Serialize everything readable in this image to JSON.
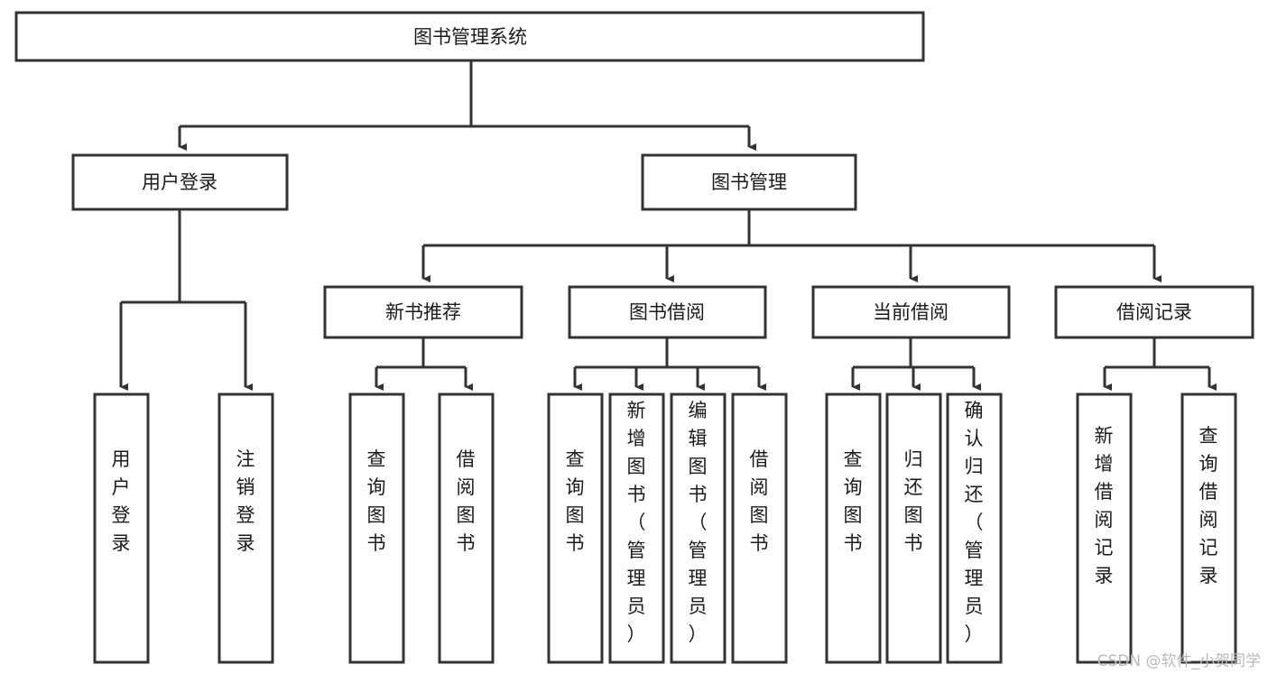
{
  "diagram": {
    "title": "图书管理系统",
    "watermark": "CSDN @软件_小贺同学",
    "colors": {
      "box_stroke": "#333333",
      "box_fill": "#ffffff",
      "text": "#1a1a1a",
      "watermark": "#b9b9b9"
    },
    "root": {
      "label": "图书管理系统"
    },
    "level2": [
      {
        "label": "用户登录"
      },
      {
        "label": "图书管理"
      }
    ],
    "level3": [
      {
        "label": "新书推荐"
      },
      {
        "label": "图书借阅"
      },
      {
        "label": "当前借阅"
      },
      {
        "label": "借阅记录"
      }
    ],
    "leaves": {
      "user_login": [
        {
          "label": "用户登录"
        },
        {
          "label": "注销登录"
        }
      ],
      "new_book": [
        {
          "label": "查询图书"
        },
        {
          "label": "借阅图书"
        }
      ],
      "book_borrow": [
        {
          "label": "查询图书"
        },
        {
          "label": "新增图书（管理员）"
        },
        {
          "label": "编辑图书（管理员）"
        },
        {
          "label": "借阅图书"
        }
      ],
      "current_borrow": [
        {
          "label": "查询图书"
        },
        {
          "label": "归还图书"
        },
        {
          "label": "确认归还（管理员）"
        }
      ],
      "borrow_record": [
        {
          "label": "新增借阅记录"
        },
        {
          "label": "查询借阅记录"
        }
      ]
    }
  }
}
